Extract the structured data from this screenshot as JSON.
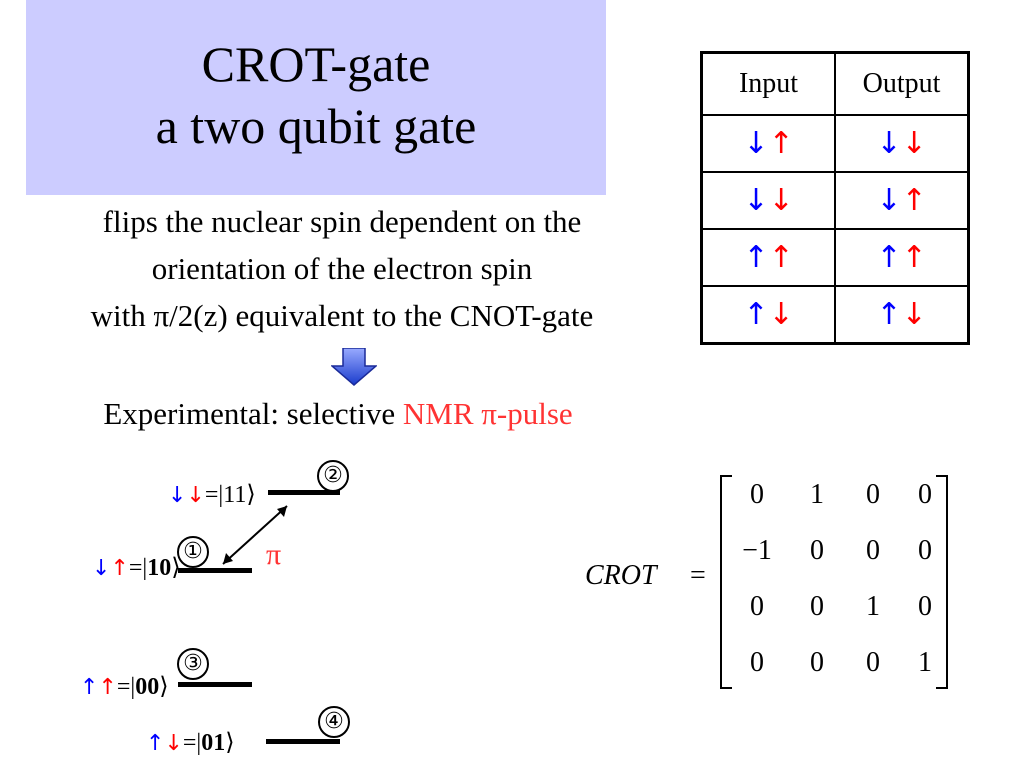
{
  "title": {
    "line1": "CROT-gate",
    "line2": "a two qubit gate"
  },
  "description": {
    "line1": "flips the nuclear spin dependent on the",
    "line2": "orientation of the electron spin",
    "line3": "with π/2(z) equivalent to the CNOT-gate"
  },
  "experimental": {
    "prefix": "Experimental: selective ",
    "highlight": "NMR π-pulse"
  },
  "table": {
    "headers": [
      "Input",
      "Output"
    ],
    "rows": [
      [
        [
          "down",
          "up"
        ],
        [
          "down",
          "down"
        ]
      ],
      [
        [
          "down",
          "down"
        ],
        [
          "down",
          "up"
        ]
      ],
      [
        [
          "up",
          "up"
        ],
        [
          "up",
          "up"
        ]
      ],
      [
        [
          "up",
          "down"
        ],
        [
          "up",
          "down"
        ]
      ]
    ]
  },
  "levels": [
    {
      "num": "②",
      "spins": [
        "down",
        "down"
      ],
      "ket": "11",
      "bold": false
    },
    {
      "num": "①",
      "spins": [
        "down",
        "up"
      ],
      "ket": "10",
      "bold": true
    },
    {
      "num": "③",
      "spins": [
        "up",
        "up"
      ],
      "ket": "00",
      "bold": true
    },
    {
      "num": "④",
      "spins": [
        "up",
        "down"
      ],
      "ket": "01",
      "bold": true
    }
  ],
  "pi_label": "π",
  "matrix": {
    "label": "CROT",
    "equals": "=",
    "rows": [
      [
        "0",
        "1",
        "0",
        "0"
      ],
      [
        "−1",
        "0",
        "0",
        "0"
      ],
      [
        "0",
        "0",
        "1",
        "0"
      ],
      [
        "0",
        "0",
        "0",
        "1"
      ]
    ]
  },
  "colors": {
    "electron_arrow": "#0000ff",
    "nuclear_arrow": "#ff0000",
    "title_bg": "#ccccff",
    "highlight": "#ff3333",
    "pulse_arrow": "#3366ff"
  },
  "icons": {
    "up": "↑",
    "down": "↓",
    "transition": "double-headed-arrow-icon",
    "next": "down-arrow-icon"
  }
}
